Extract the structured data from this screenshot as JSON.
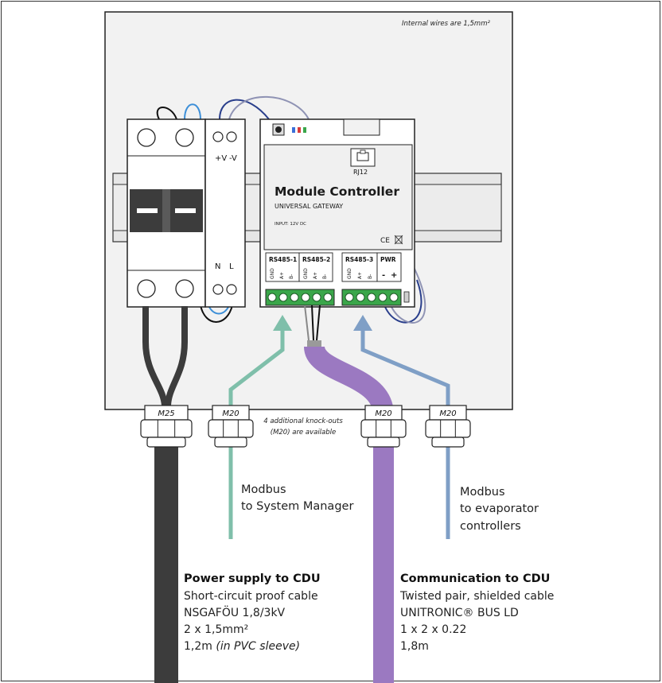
{
  "notes": {
    "internal_wires": "Internal wires are 1,5mm²",
    "knockouts_line1": "4 additional knock-outs",
    "knockouts_line2": "(M20) are available"
  },
  "breaker": {
    "v_plus": "+V",
    "v_minus": "-V",
    "n": "N",
    "l": "L"
  },
  "module": {
    "port": "RJ12",
    "title": "Module Controller",
    "subtitle": "UNIVERSAL GATEWAY",
    "input": "INPUT: 12V DC",
    "ce_mark": "CE",
    "rs485_1": "RS485-1",
    "rs485_2": "RS485-2",
    "rs485_3": "RS485-3",
    "pwr": "PWR",
    "pin_gnd": "GND",
    "pin_a": "A+",
    "pin_b": "B-",
    "pwr_minus": "-",
    "pwr_plus": "+"
  },
  "glands": {
    "g1": "M25",
    "g2": "M20",
    "g3": "M20",
    "g4": "M20"
  },
  "labels": {
    "modbus_sm_line1": "Modbus",
    "modbus_sm_line2": "to System Manager",
    "modbus_evap_line1": "Modbus",
    "modbus_evap_line2": "to evaporator",
    "modbus_evap_line3": "controllers"
  },
  "power": {
    "heading": "Power supply to CDU",
    "line1": "Short-circuit proof cable",
    "line2": "NSGAFÖU 1,8/3kV",
    "line3": "2 x 1,5mm²",
    "line4_a": "1,2m",
    "line4_b": "(in PVC sleeve)"
  },
  "comm": {
    "heading": "Communication to CDU",
    "line1": "Twisted pair, shielded cable",
    "line2": "UNITRONIC® BUS LD",
    "line3": "1 x 2 x 0.22",
    "line4": "1,8m"
  },
  "colors": {
    "enclosure": "#f2f2f2",
    "power_cable": "#3c3c3c",
    "comm_cable": "#9b79c1",
    "modbus_sm": "#7fbfaa",
    "modbus_evap": "#7f9fc6",
    "terminal_green": "#3aa64a"
  }
}
